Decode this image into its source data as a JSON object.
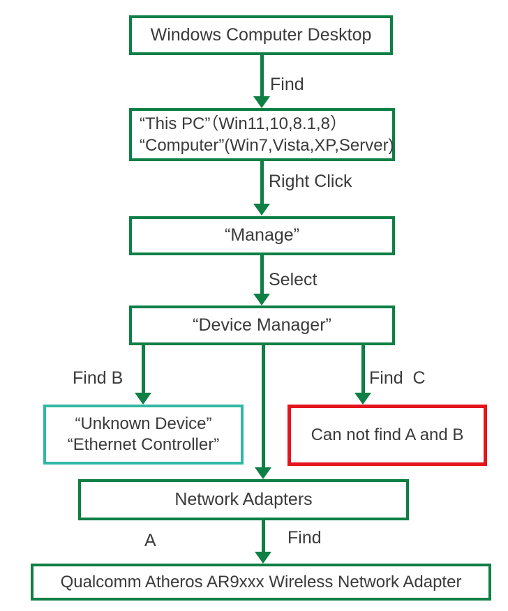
{
  "colors": {
    "green": "#0e7f45",
    "teal": "#31b8a4",
    "red": "#e4151d",
    "text": "#3a3a3a",
    "bg": "#ffffff"
  },
  "nodes": {
    "desktop": {
      "label": "Windows Computer Desktop"
    },
    "this_pc": {
      "line1": "“This PC”（Win11,10,8.1,8）",
      "line2": "“Computer”(Win7,Vista,XP,Server)"
    },
    "manage": {
      "label": "“Manage”"
    },
    "device_manager": {
      "label": "“Device Manager”"
    },
    "unknown_device": {
      "line1": "“Unknown Device”",
      "line2": "“Ethernet Controller”"
    },
    "cannot_find": {
      "label": "Can not find A and B"
    },
    "network_adapters": {
      "label": "Network Adapters"
    },
    "wireless_adapter": {
      "label": "Qualcomm Atheros AR9xxx Wireless Network Adapter"
    }
  },
  "edge_labels": {
    "find_desktop": "Find",
    "right_click": "Right Click",
    "select": "Select",
    "find_b": "Find B",
    "find_c": "Find  C",
    "marker_a": "A",
    "find_adapter": "Find"
  }
}
